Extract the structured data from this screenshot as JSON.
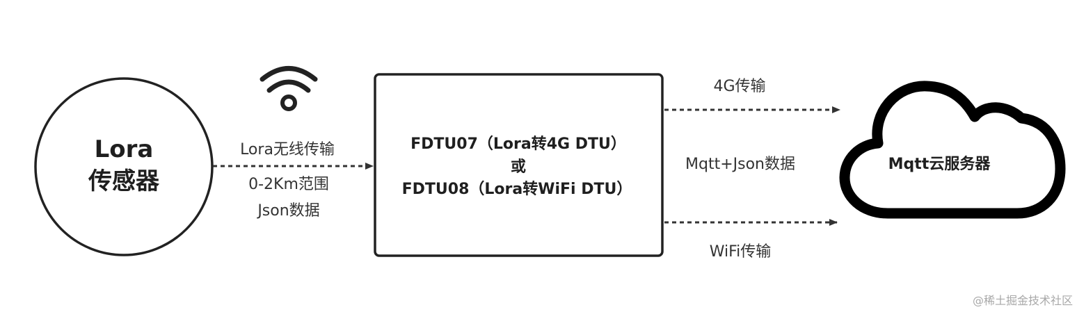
{
  "diagram": {
    "sensor": {
      "line1": "Lora",
      "line2": "传感器"
    },
    "wireless_link": {
      "label1": "Lora无线传输",
      "label2": "0-2Km范围",
      "label3": "Json数据"
    },
    "dtu": {
      "line1": "FDTU07（Lora转4G DTU）",
      "line2": "或",
      "line3": "FDTU08（Lora转WiFi DTU）"
    },
    "upper_link": {
      "label": "4G传输"
    },
    "middle_label": "Mqtt+Json数据",
    "lower_link": {
      "label": "WiFi传输"
    },
    "cloud": {
      "label": "Mqtt云服务器"
    },
    "icons": [
      "wifi-signal-icon",
      "cloud-icon"
    ]
  },
  "watermark": "@稀土掘金技术社区"
}
